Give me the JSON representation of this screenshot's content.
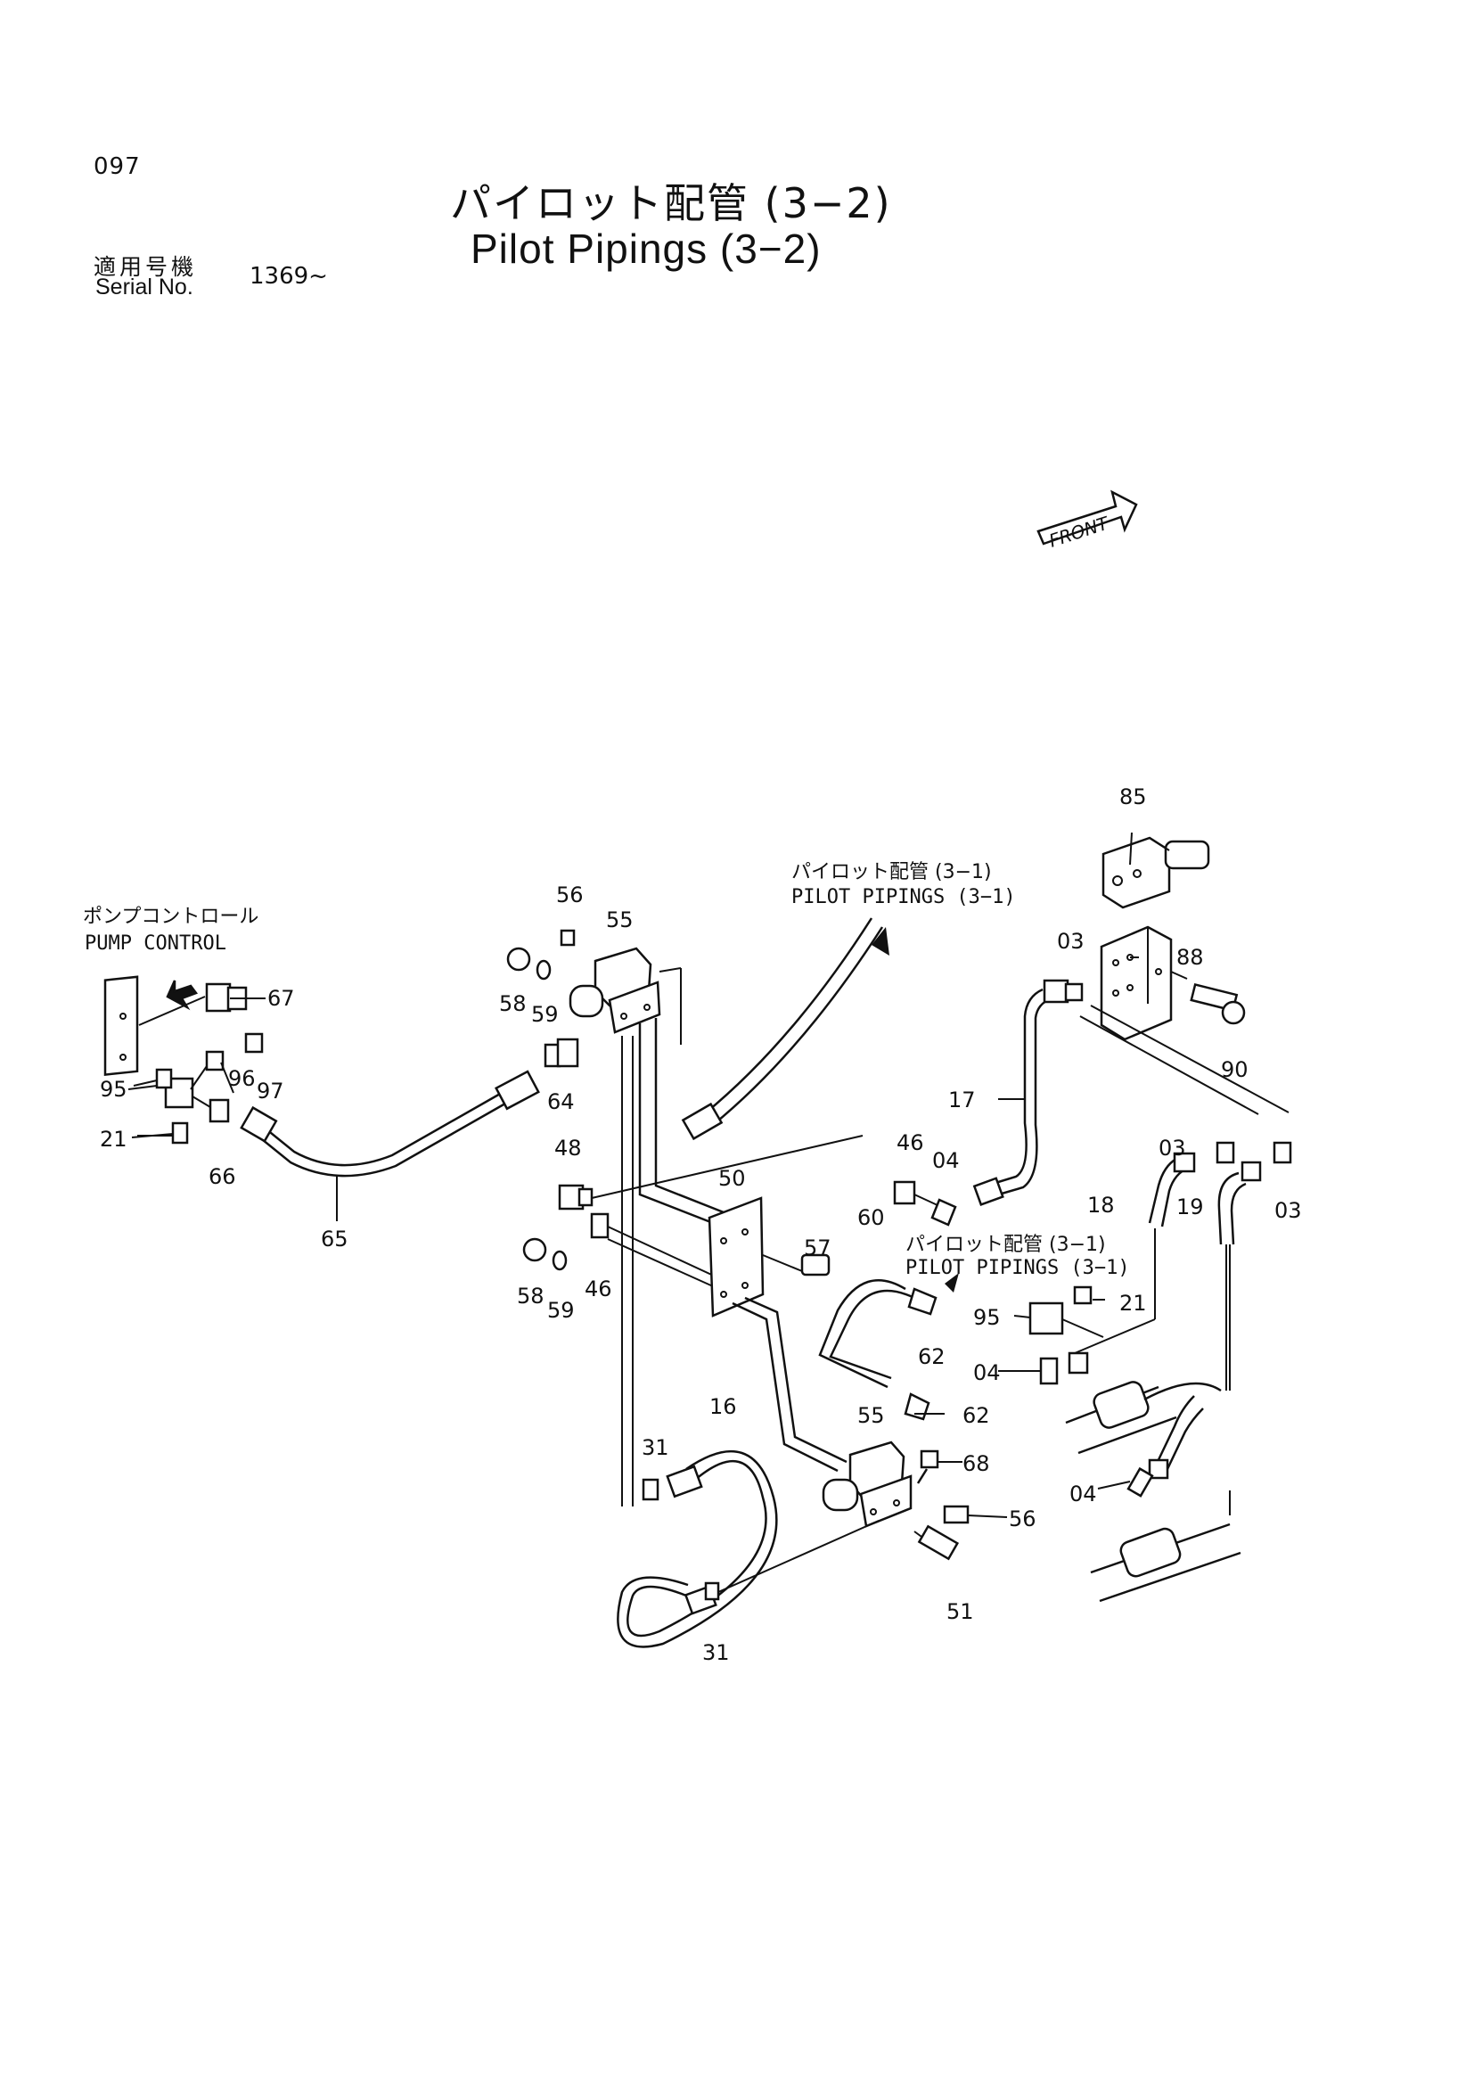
{
  "header": {
    "page_number": "097",
    "title_jp": "パイロット配管 (3−2)",
    "title_en": "Pilot Pipings (3−2)",
    "serial_label_jp": "適用号機",
    "serial_label_en": "Serial No.",
    "serial_value": "1369~"
  },
  "orientation": {
    "label": "FRONT",
    "icon": "front-arrow-icon"
  },
  "references": {
    "pump_control_jp": "ポンプコントロール",
    "pump_control_en": "PUMP CONTROL",
    "pilot_top_jp": "パイロット配管 (3−1)",
    "pilot_top_en": "PILOT PIPINGS (3−1)",
    "pilot_mid_jp": "パイロット配管 (3−1)",
    "pilot_mid_en": "PILOT PIPINGS (3−1)"
  },
  "part_labels": {
    "p85": "85",
    "p88": "88",
    "p90": "90",
    "p03a": "03",
    "p03b": "03",
    "p03c": "03",
    "p17": "17",
    "p18": "18",
    "p19": "19",
    "p46a": "46",
    "p04a": "04",
    "p56a": "56",
    "p55a": "55",
    "p58a": "58",
    "p59a": "59",
    "p64": "64",
    "p67": "67",
    "p96": "96",
    "p97": "97",
    "p95a": "95",
    "p21a": "21",
    "p66": "66",
    "p65": "65",
    "p48": "48",
    "p58b": "58",
    "p59b": "59",
    "p46b": "46",
    "p50": "50",
    "p57": "57",
    "p60": "60",
    "p62a": "62",
    "p62b": "62",
    "p95b": "95",
    "p21b": "21",
    "p04b": "04",
    "p04c": "04",
    "p16": "16",
    "p31a": "31",
    "p31b": "31",
    "p55b": "55",
    "p68": "68",
    "p56b": "56",
    "p51": "51"
  }
}
